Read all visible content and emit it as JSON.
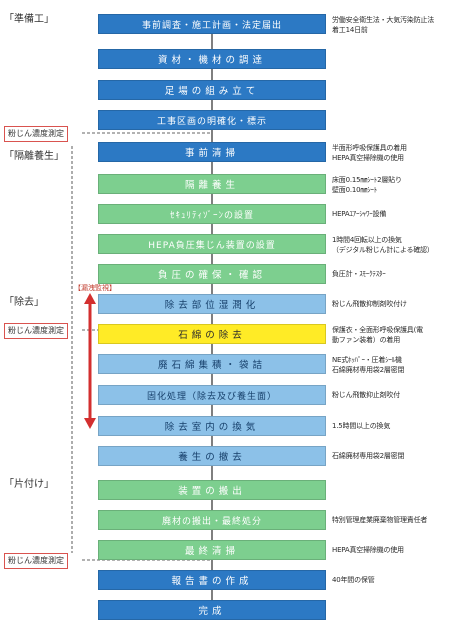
{
  "phases": {
    "prep": "「準備工」",
    "isolation": "「隔離養生」",
    "removal": "「除去」",
    "cleanup": "「片付け」"
  },
  "dust_measure_label": "粉じん濃度測定",
  "monitor_label": "【漏洩監視】",
  "steps": [
    {
      "label": "事前調査・施工計画・法定届出",
      "color": "blue",
      "notes": [
        "労働安全衛生法・大気汚染防止法",
        "着工14日前"
      ]
    },
    {
      "label": "資材・機材の調達",
      "color": "blue",
      "notes": []
    },
    {
      "label": "足場の組み立て",
      "color": "blue",
      "notes": []
    },
    {
      "label": "工事区画の明確化・標示",
      "color": "blue",
      "notes": []
    },
    {
      "label": "事前清掃",
      "color": "blue",
      "notes": [
        "半面形呼吸保護具の着用",
        "HEPA真空掃除機の使用"
      ]
    },
    {
      "label": "隔離養生",
      "color": "green",
      "notes": [
        "床面0.15㎜ｼｰﾄ2層貼り",
        "壁面0.10㎜ｼｰﾄ"
      ]
    },
    {
      "label": "ｾｷｭﾘﾃｨｿﾞｰﾝの設置",
      "color": "green",
      "notes": [
        "HEPAｴｱｰｼｬﾜｰ設備"
      ]
    },
    {
      "label": "HEPA負圧集じん装置の設置",
      "color": "green",
      "notes": [
        "1時間4回転以上の換気",
        "（デジタル粉じん計による確認）"
      ]
    },
    {
      "label": "負圧の確保・確認",
      "color": "green",
      "notes": [
        "負圧計・ｽﾓｰｸﾃｽﾀｰ"
      ]
    },
    {
      "label": "除去部位湿潤化",
      "color": "lightblue",
      "notes": [
        "粉じん飛散抑制剤吹付け"
      ]
    },
    {
      "label": "石綿の除去",
      "color": "yellow",
      "notes": [
        "保護衣・全面形呼吸保護具(電",
        "動ファン装着）の着用"
      ]
    },
    {
      "label": "廃石綿集積・袋詰",
      "color": "lightblue",
      "notes": [
        "NE式ﾎｯﾊﾟｰ・圧着ｼｰﾙ機",
        "石綿廃材専用袋2層密閉"
      ]
    },
    {
      "label": "固化処理（除去及び養生面）",
      "color": "lightblue",
      "notes": [
        "粉じん飛散抑止剤吹付"
      ]
    },
    {
      "label": "除去室内の換気",
      "color": "lightblue",
      "notes": [
        "1.5時間以上の換気"
      ]
    },
    {
      "label": "養生の撤去",
      "color": "lightblue",
      "notes": [
        "石綿廃材専用袋2層密閉"
      ]
    },
    {
      "label": "装置の搬出",
      "color": "green",
      "notes": []
    },
    {
      "label": "廃材の搬出・最終処分",
      "color": "green",
      "notes": [
        "特別管理産業廃棄物管理責任者"
      ]
    },
    {
      "label": "最終清掃",
      "color": "green",
      "notes": [
        "HEPA真空掃除機の使用"
      ]
    },
    {
      "label": "報告書の作成",
      "color": "blue",
      "notes": [
        "40年間の保管"
      ]
    },
    {
      "label": "完成",
      "color": "blue",
      "notes": []
    }
  ],
  "colors": {
    "blue": "#2c79c4",
    "green": "#7dcf8f",
    "lightblue": "#8cc1e8",
    "yellow": "#ffeb26",
    "monitor_arrow": "#d32f2f",
    "measure_border": "#d9534f"
  }
}
